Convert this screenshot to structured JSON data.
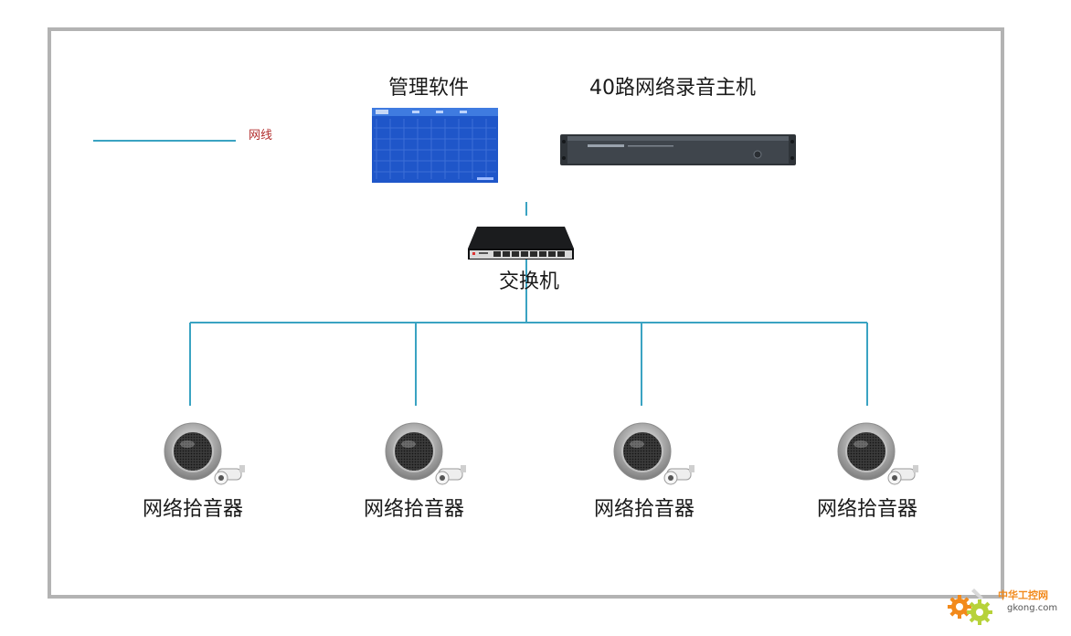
{
  "colors": {
    "frame": "#b3b3b3",
    "wire": "#3aa3c2",
    "legend_text": "#b22d2d",
    "monitor_bg": "#1f56c9",
    "recorder_body": "#3c4147",
    "watermark_accent": "#f28a1c"
  },
  "legend": {
    "line_label": "网线"
  },
  "devices": {
    "software": {
      "label": "管理软件",
      "icon": "monitor-screenshot-icon"
    },
    "recorder": {
      "label": "40路网络录音主机",
      "icon": "rack-recorder-icon"
    },
    "switch": {
      "label": "交换机",
      "icon": "network-switch-icon"
    },
    "pickups": [
      {
        "label": "网络拾音器",
        "icon": "pickup-microphone-icon"
      },
      {
        "label": "网络拾音器",
        "icon": "pickup-microphone-icon"
      },
      {
        "label": "网络拾音器",
        "icon": "pickup-microphone-icon"
      },
      {
        "label": "网络拾音器",
        "icon": "pickup-microphone-icon"
      }
    ]
  },
  "watermark": {
    "brand": "中华工控网",
    "url": "gkong.com"
  }
}
